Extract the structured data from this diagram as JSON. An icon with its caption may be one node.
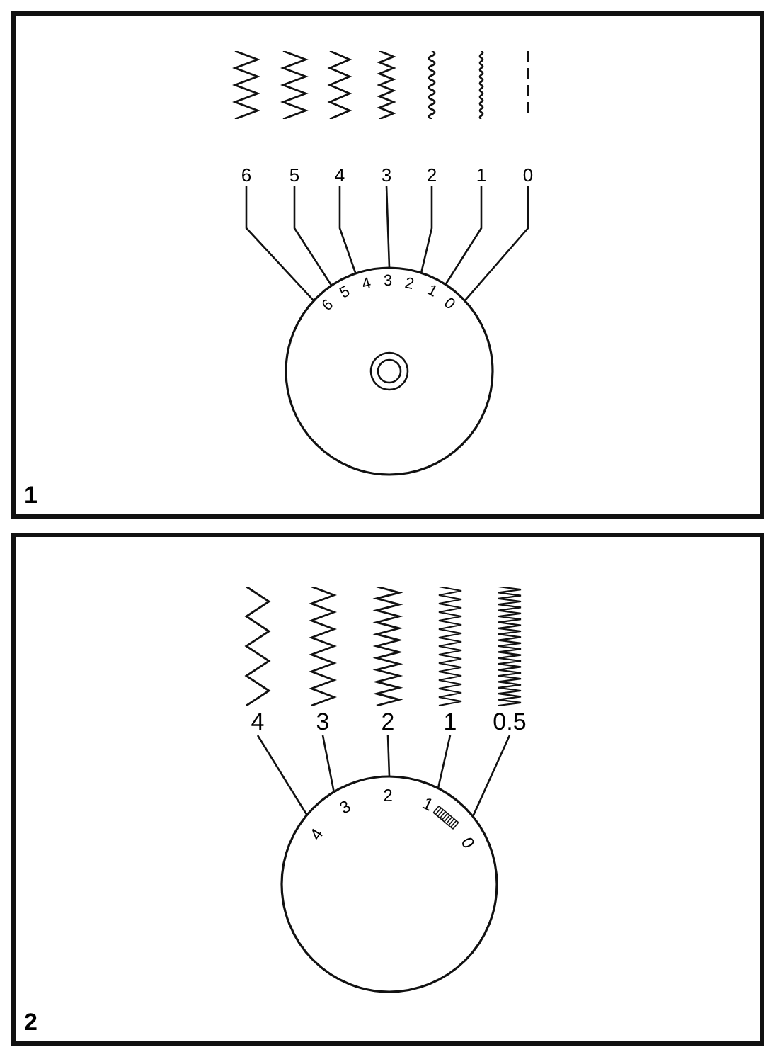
{
  "diagram": {
    "nodes": [
      {
        "text": [
          "1"
        ]
      },
      {
        "text": [
          "6"
        ],
        "in": 0
      },
      {
        "text": [
          "5"
        ],
        "in": 0
      },
      {
        "text": [
          "4"
        ],
        "in": 0
      },
      {
        "text": [
          "3"
        ],
        "in": 0
      },
      {
        "text": [
          "2"
        ],
        "in": 0
      },
      {
        "text": [
          "1"
        ],
        "in": 0
      },
      {
        "text": [
          "0"
        ],
        "in": 0
      },
      {
        "text": [
          "6",
          "5",
          "4",
          "3",
          "2",
          "1",
          "0"
        ],
        "in": 0
      },
      {
        "text": [
          "2"
        ]
      },
      {
        "text": [
          "4"
        ],
        "in": 9
      },
      {
        "text": [
          "3"
        ],
        "in": 9
      },
      {
        "text": [
          "2"
        ],
        "in": 9
      },
      {
        "text": [
          "1"
        ],
        "in": 9
      },
      {
        "text": [
          "0.5"
        ],
        "in": 9
      },
      {
        "text": [
          "4",
          "3",
          "2",
          "1",
          "0"
        ],
        "in": 9
      }
    ],
    "edges": [
      {
        "from": 1,
        "to": 8,
        "arrow": "none"
      },
      {
        "from": 2,
        "to": 8,
        "arrow": "none"
      },
      {
        "from": 3,
        "to": 8,
        "arrow": "none"
      },
      {
        "from": 4,
        "to": 8,
        "arrow": "none"
      },
      {
        "from": 5,
        "to": 8,
        "arrow": "none"
      },
      {
        "from": 6,
        "to": 8,
        "arrow": "none"
      },
      {
        "from": 7,
        "to": 8,
        "arrow": "none"
      },
      {
        "from": 10,
        "to": 15,
        "arrow": "none"
      },
      {
        "from": 11,
        "to": 15,
        "arrow": "none"
      },
      {
        "from": 12,
        "to": 15,
        "arrow": "none"
      },
      {
        "from": 13,
        "to": 15,
        "arrow": "none"
      },
      {
        "from": 14,
        "to": 15,
        "arrow": "none"
      }
    ]
  }
}
